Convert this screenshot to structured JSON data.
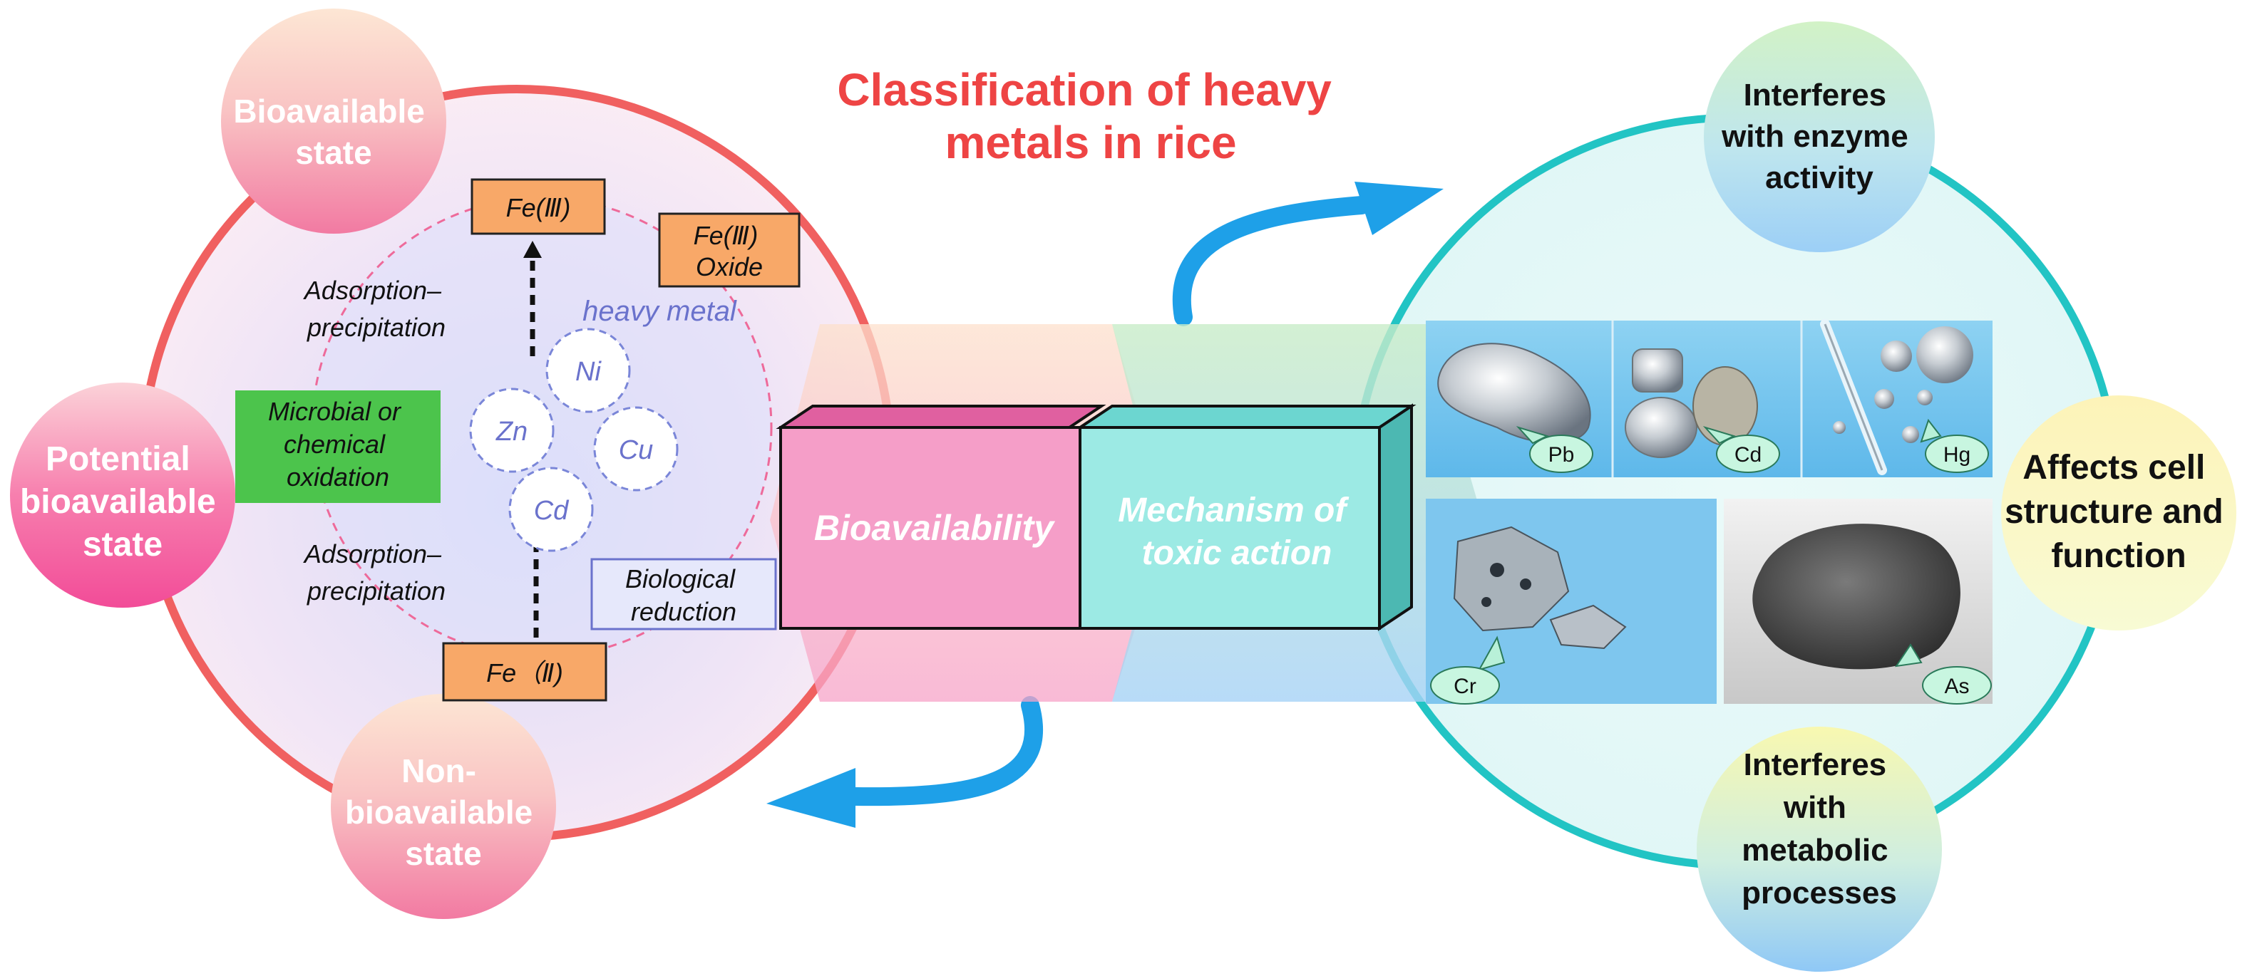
{
  "title": [
    "Classification of heavy",
    "metals in rice"
  ],
  "left": {
    "state_bioavailable": [
      "Bioavailable",
      "state"
    ],
    "state_potential": [
      "Potential",
      "bioavailable",
      "state"
    ],
    "state_non": [
      "Non-",
      "bioavailable",
      "state"
    ],
    "fe3": "Fe(Ⅲ)",
    "fe3_oxide": [
      "Fe(Ⅲ)",
      "Oxide"
    ],
    "fe2": "Fe（Ⅱ)",
    "heavy_metal": "heavy metal",
    "adsorption_top": [
      "Adsorption–",
      "precipitation"
    ],
    "adsorption_bottom": [
      "Adsorption–",
      "precipitation"
    ],
    "microbial": [
      "Microbial or",
      "chemical",
      "oxidation"
    ],
    "biological": [
      "Biological",
      "reduction"
    ],
    "metals": [
      "Ni",
      "Zn",
      "Cu",
      "Cd"
    ]
  },
  "center": {
    "bioavailability": "Bioavailability",
    "mechanism": [
      "Mechanism of",
      "toxic action"
    ]
  },
  "right": {
    "enzyme": [
      "Interferes",
      "with enzyme",
      "activity"
    ],
    "cell": [
      "Affects cell",
      "structure and",
      "function"
    ],
    "metabolic": [
      "Interferes",
      "with",
      "metabolic",
      "processes"
    ],
    "samples": [
      "Pb",
      "Cd",
      "Hg",
      "Cr",
      "As"
    ]
  },
  "colors": {
    "title": "#ee4444",
    "left_ring": "#f06060",
    "right_ring": "#22c4c4",
    "arrow": "#1ea0e8",
    "fe_box": "#f8a868",
    "microbial_box": "#4cc44c",
    "metal_label": "#6a72cc"
  }
}
